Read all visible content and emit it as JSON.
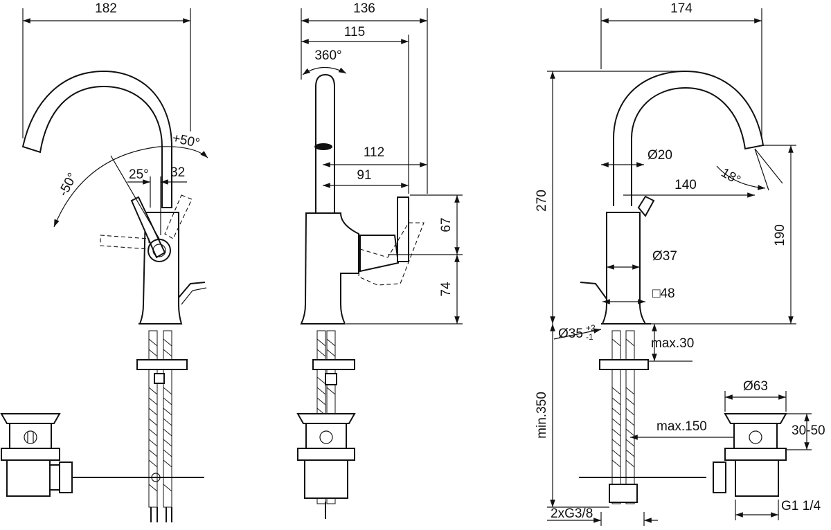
{
  "front_view": {
    "width_total": "182",
    "rotation_plus": "+50°",
    "rotation_minus": "-50°",
    "angle_25": "25°",
    "offset_32": "32"
  },
  "side_view": {
    "depth_total": "136",
    "depth_115": "115",
    "swivel": "360°",
    "reach_112": "112",
    "reach_91": "91",
    "height_67": "67",
    "height_74": "74"
  },
  "right_view": {
    "width_total": "174",
    "height_270": "270",
    "spout_diameter": "Ø20",
    "spout_reach": "140",
    "spout_angle": "18°",
    "outlet_height": "190",
    "body_diameter": "Ø37",
    "base_square": "□48",
    "hole_diameter": "Ø35",
    "hole_tol_plus": "+2",
    "hole_tol_minus": "-1",
    "deck_max": "max.30",
    "min_length": "min.350",
    "connection": "2xG3/8",
    "waste_diameter": "Ø63",
    "waste_range": "30-50",
    "rod_max": "max.150",
    "waste_thread": "G1 1/4"
  }
}
